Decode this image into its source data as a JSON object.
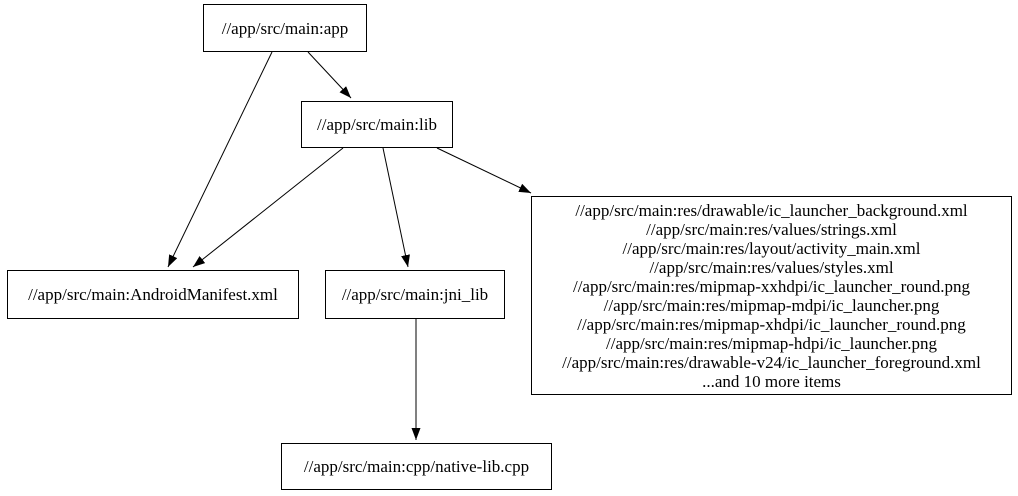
{
  "page": {
    "background": "#ffffff"
  },
  "diagram": {
    "type": "directed-dependency-graph",
    "colors": {
      "node_border": "#000000",
      "node_fill": "#ffffff",
      "edge": "#000000",
      "text": "#000000",
      "background": "#ffffff"
    },
    "nodes": [
      {
        "id": "app",
        "label": "//app/src/main:app"
      },
      {
        "id": "lib",
        "label": "//app/src/main:lib"
      },
      {
        "id": "android_manifest",
        "label": "//app/src/main:AndroidManifest.xml"
      },
      {
        "id": "jni_lib",
        "label": "//app/src/main:jni_lib"
      },
      {
        "id": "res_files",
        "lines": [
          "//app/src/main:res/drawable/ic_launcher_background.xml",
          "//app/src/main:res/values/strings.xml",
          "//app/src/main:res/layout/activity_main.xml",
          "//app/src/main:res/values/styles.xml",
          "//app/src/main:res/mipmap-xxhdpi/ic_launcher_round.png",
          "//app/src/main:res/mipmap-mdpi/ic_launcher.png",
          "//app/src/main:res/mipmap-xhdpi/ic_launcher_round.png",
          "//app/src/main:res/mipmap-hdpi/ic_launcher.png",
          "//app/src/main:res/drawable-v24/ic_launcher_foreground.xml",
          "...and 10 more items"
        ]
      },
      {
        "id": "native_lib_cpp",
        "label": "//app/src/main:cpp/native-lib.cpp"
      }
    ],
    "edges": [
      {
        "from": "app",
        "to": "lib"
      },
      {
        "from": "app",
        "to": "android_manifest"
      },
      {
        "from": "lib",
        "to": "android_manifest"
      },
      {
        "from": "lib",
        "to": "jni_lib"
      },
      {
        "from": "lib",
        "to": "res_files"
      },
      {
        "from": "jni_lib",
        "to": "native_lib_cpp"
      }
    ]
  }
}
